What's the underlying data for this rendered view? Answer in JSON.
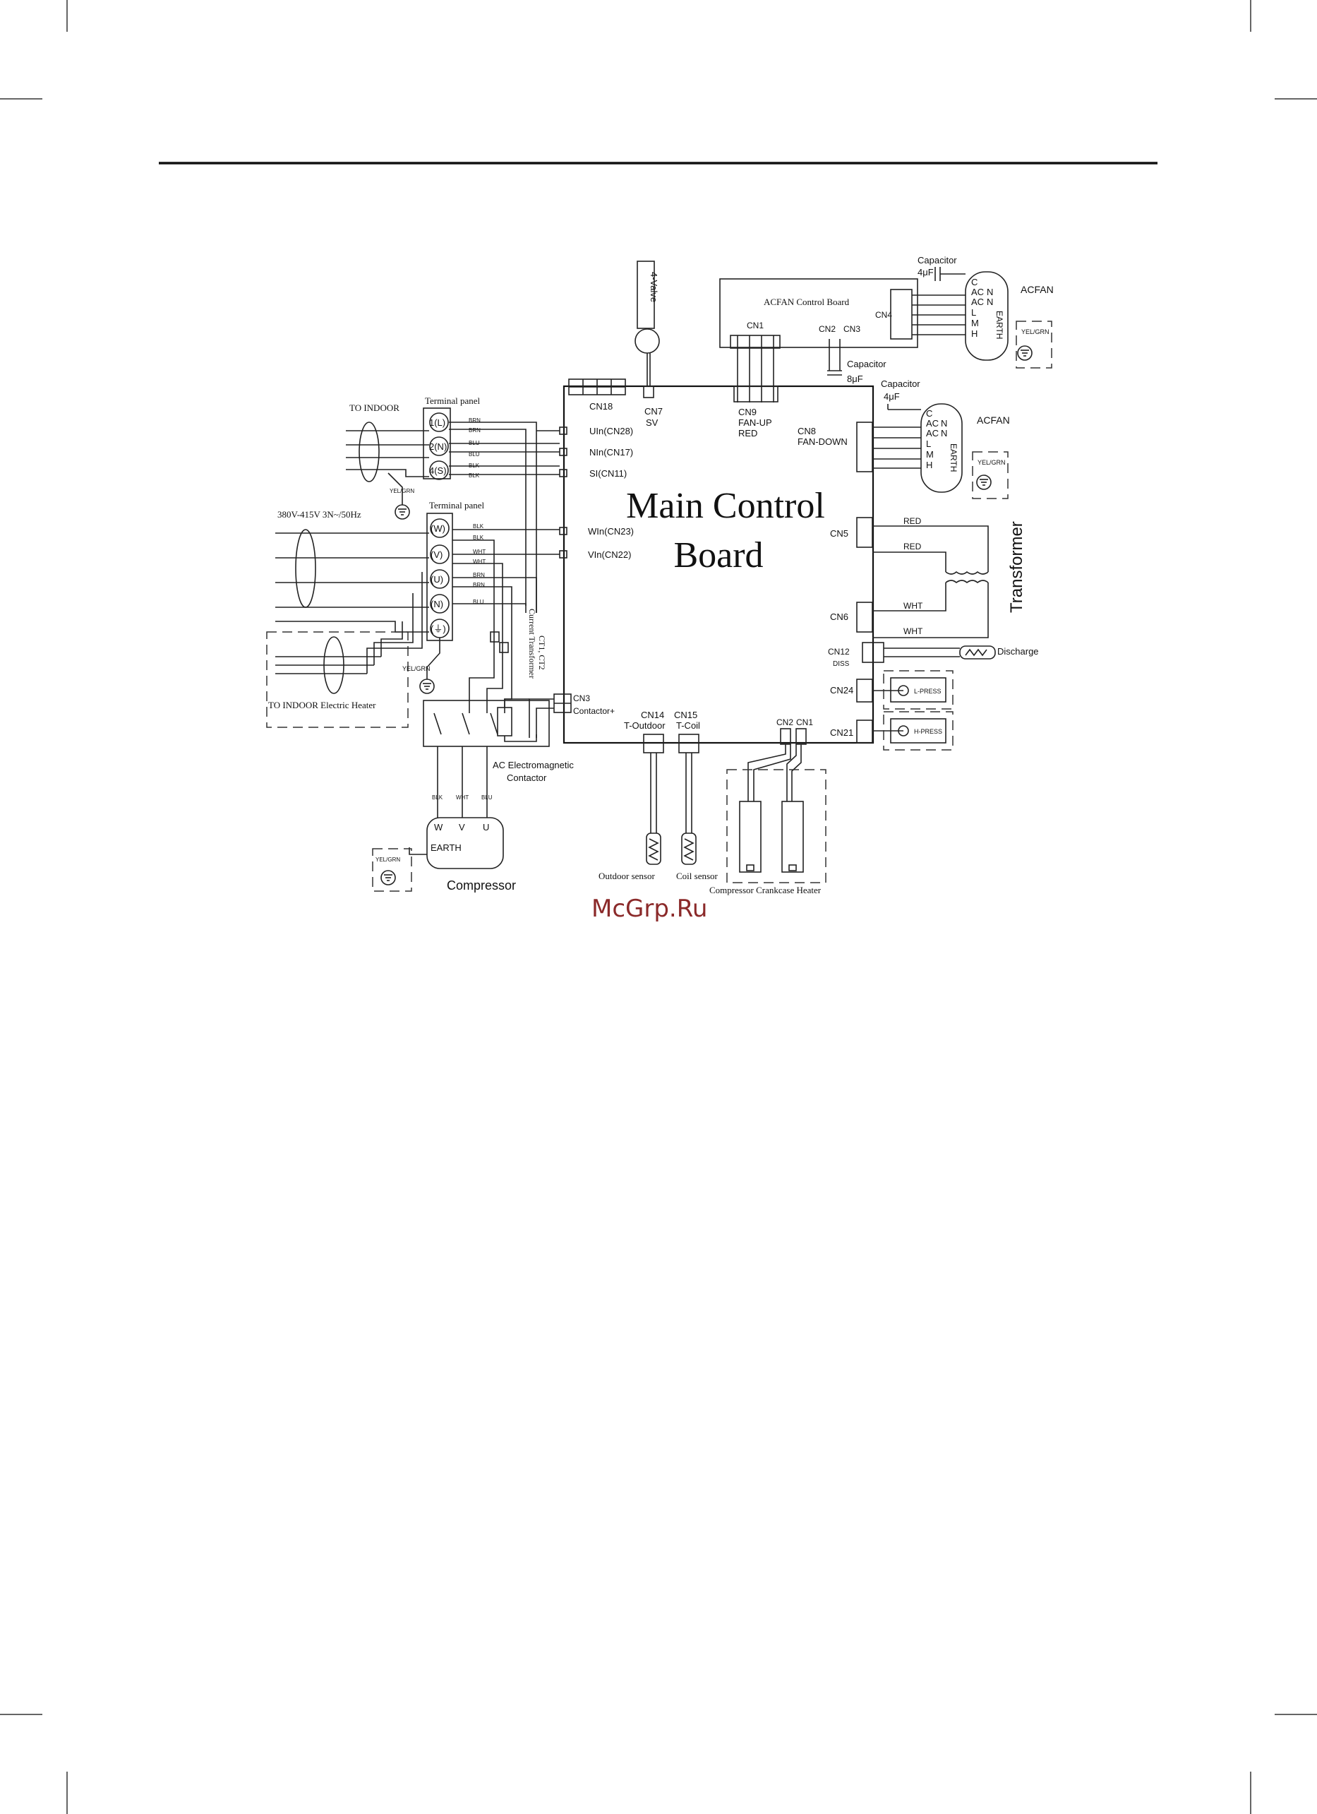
{
  "board": {
    "title_line1": "Main Control",
    "title_line2": "Board"
  },
  "acfan_board": {
    "title": "ACFAN Control Board",
    "cn1": "CN1",
    "cn2": "CN2",
    "cn3": "CN3",
    "cn4": "CN4"
  },
  "capacitors": {
    "top_label": "Capacitor",
    "top_value": "4μF",
    "mid_label": "Capacitor",
    "mid_value": "8μF",
    "right_label": "Capacitor",
    "right_value": "4μF"
  },
  "acfan": {
    "upper_name": "ACFAN",
    "lower_name": "ACFAN",
    "pins": [
      "C",
      "AC",
      "AC",
      "L",
      "M",
      "H"
    ],
    "pins_n": [
      "N",
      "N"
    ],
    "earth": "EARTH",
    "ground": "YEL/GRN"
  },
  "valve": {
    "label": "4-Valve",
    "cn7": "CN7",
    "sv": "SV"
  },
  "connectors": {
    "cn18": "CN18",
    "cn9": "CN9",
    "fan_up": "FAN-UP",
    "red": "RED",
    "cn8": "CN8",
    "fan_down": "FAN-DOWN",
    "uin": "UIn(CN28)",
    "nin": "NIn(CN17)",
    "si": "SI(CN11)",
    "win": "WIn(CN23)",
    "vin": "VIn(CN22)",
    "cn5": "CN5",
    "cn6": "CN6",
    "cn12": "CN12",
    "diss": "DISS",
    "cn24": "CN24",
    "cn21": "CN21",
    "cn3": "CN3",
    "contactor": "Contactor+",
    "cn14": "CN14",
    "t_outdoor": "T-Outdoor",
    "cn15": "CN15",
    "t_coil": "T-Coil",
    "cn2": "CN2",
    "cn1": "CN1"
  },
  "transformer": {
    "label": "Transformer",
    "red1": "RED",
    "red2": "RED",
    "wht1": "WHT",
    "wht2": "WHT"
  },
  "sensors": {
    "discharge": "Discharge",
    "l_press": "L-PRESS",
    "h_press": "H-PRESS",
    "outdoor": "Outdoor sensor",
    "coil": "Coil sensor"
  },
  "heater": {
    "label": "Compressor Crankcase Heater"
  },
  "terminal_top": {
    "to_indoor": "TO INDOOR",
    "title": "Terminal panel",
    "terms": [
      "1(L)",
      "2(N)",
      "4(S)"
    ],
    "wires": [
      "BRN",
      "BRN",
      "BLU",
      "BLU",
      "BLK",
      "BLK"
    ],
    "ground": "YEL/GRN"
  },
  "terminal_bottom": {
    "supply": "380V-415V 3N~/50Hz",
    "title": "Terminal panel",
    "terms": [
      "(W)",
      "(V)",
      "(U)",
      "(N)",
      "(⏚)"
    ],
    "wires": [
      "BLK",
      "BLK",
      "WHT",
      "WHT",
      "BRN",
      "BRN",
      "BLU"
    ],
    "ground": "YEL/GRN",
    "heater": "TO INDOOR Electric Heater"
  },
  "ct": {
    "label": "Current Transformer",
    "sub": "CT1, CT2"
  },
  "contactor": {
    "line1": "AC Electromagnetic",
    "line2": "Contactor"
  },
  "compressor": {
    "wires": [
      "BLK",
      "WHT",
      "BLU"
    ],
    "phases": [
      "W",
      "V",
      "U"
    ],
    "earth": "EARTH",
    "ground": "YEL/GRN",
    "label": "Compressor"
  },
  "watermark": "McGrp.Ru"
}
